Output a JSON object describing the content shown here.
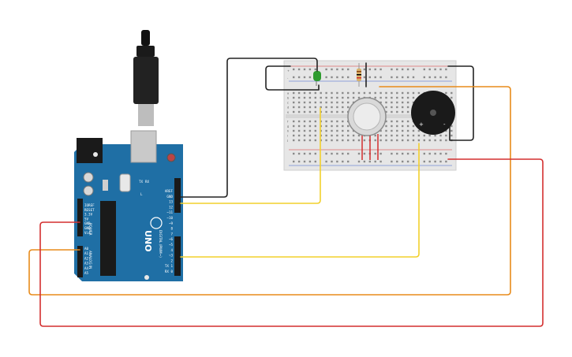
{
  "board": {
    "brand": "UNO",
    "pin_labels_right": [
      "AREF",
      "GND",
      "13",
      "12",
      "~11",
      "~10",
      "~9",
      "8",
      "7",
      "~6",
      "~5",
      "4",
      "~3",
      "2",
      "TX 1",
      "RX 0"
    ],
    "power_labels": [
      "IOREF",
      "RESET",
      "3.3V",
      "5V",
      "GND",
      "GND",
      "Vin"
    ],
    "analog_labels": [
      "A0",
      "A1",
      "A2",
      "A3",
      "A4",
      "A5"
    ],
    "section_power": "POWER",
    "section_analog": "ANALOG IN",
    "section_digital": "DIGITAL (PWM~)",
    "led_labels": [
      "L",
      "TX",
      "RX"
    ]
  },
  "breadboard": {
    "row_labels": [
      "a",
      "b",
      "c",
      "d",
      "e",
      "f",
      "g",
      "h",
      "i",
      "j"
    ],
    "rail_plus": "+",
    "rail_minus": "-"
  },
  "buzzer": {
    "plus": "+",
    "minus": "-"
  },
  "colors": {
    "board": "#1f6fa5",
    "breadboard": "#e6e6e6",
    "wire_black": "#222222",
    "wire_yellow": "#f2d02c",
    "wire_orange": "#e88b1a",
    "wire_red": "#d32f2f",
    "led": "#2e9b2e"
  }
}
